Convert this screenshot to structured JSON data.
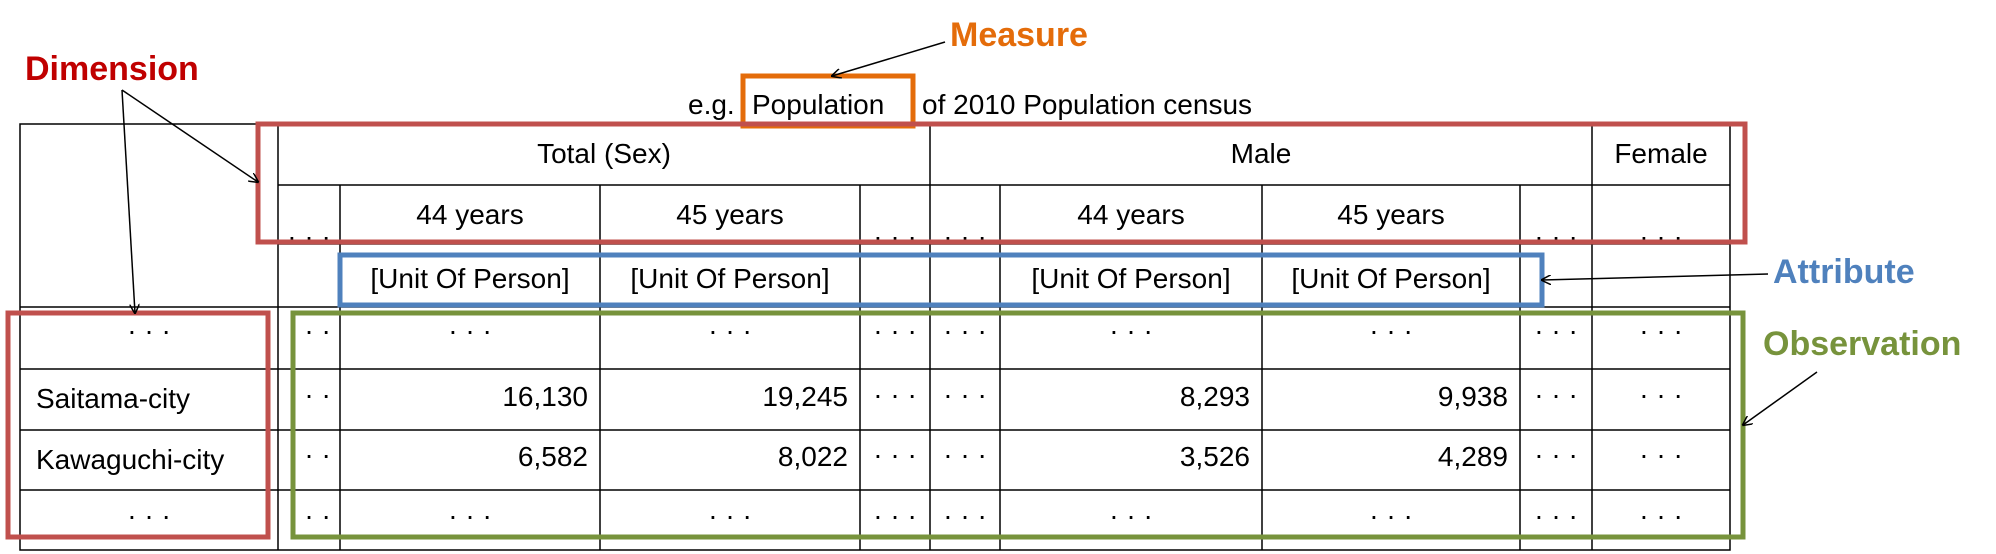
{
  "caption": {
    "prefix": "e.g.",
    "measure_word": "Population",
    "suffix": "of 2010 Population census"
  },
  "labels": {
    "measure": "Measure",
    "dimension": "Dimension",
    "attribute": "Attribute",
    "observation": "Observation"
  },
  "colors": {
    "measure": "#E46C0A",
    "dimension": "#C0504D",
    "attribute": "#4F81BD",
    "observation": "#77933C",
    "dimension_label": "#C00000"
  },
  "header": {
    "groups": [
      "Total (Sex)",
      "Male",
      "Female"
    ],
    "ages": [
      "44 years",
      "45 years",
      "44 years",
      "45 years"
    ],
    "unit": "[Unit Of Person]",
    "ellipsis": "· · ·"
  },
  "rows": [
    {
      "name": "· · ·",
      "total44": "· · ·",
      "total45": "· · ·",
      "male44": "· · ·",
      "male45": "· · ·"
    },
    {
      "name": "Saitama-city",
      "total44": "16,130",
      "total45": "19,245",
      "male44": "8,293",
      "male45": "9,938"
    },
    {
      "name": "Kawaguchi-city",
      "total44": "6,582",
      "total45": "8,022",
      "male44": "3,526",
      "male45": "4,289"
    },
    {
      "name": "· · ·",
      "total44": "· · ·",
      "total45": "· · ·",
      "male44": "· · ·",
      "male45": "· · ·"
    }
  ]
}
